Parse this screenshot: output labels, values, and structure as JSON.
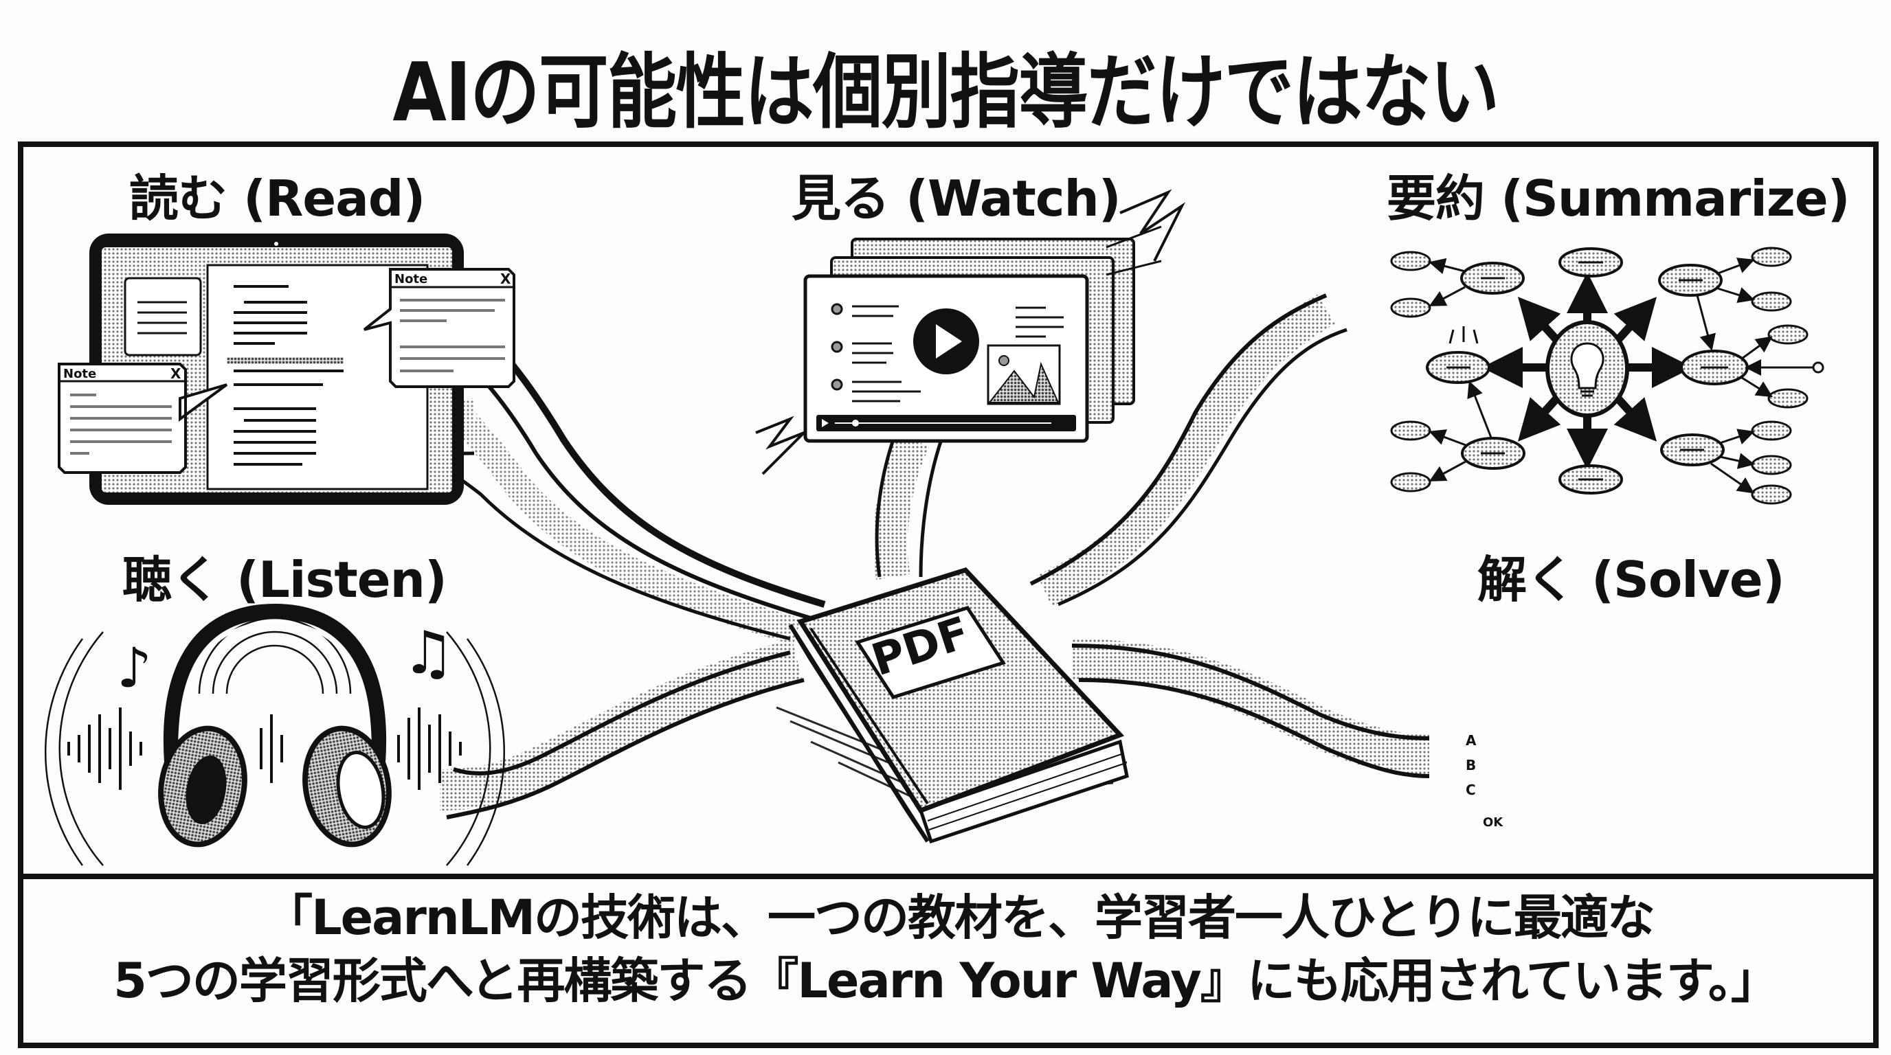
{
  "title": "AIの可能性は個別指導だけではない",
  "modes": [
    {
      "id": "read",
      "label": "読む (Read)"
    },
    {
      "id": "watch",
      "label": "見る (Watch)"
    },
    {
      "id": "summarize",
      "label": "要約 (Summarize)"
    },
    {
      "id": "listen",
      "label": "聴く (Listen)"
    },
    {
      "id": "solve",
      "label": "解く (Solve)"
    }
  ],
  "center": {
    "book_label": "PDF"
  },
  "read_panel": {
    "note_left_title": "Note",
    "note_right_title": "Note",
    "close_glyph": "X"
  },
  "solve_panel": {
    "options": [
      "A",
      "B",
      "C"
    ],
    "question_marker": "A",
    "submit_label": "OK"
  },
  "caption": {
    "line1": "「LearnLMの技術は、一つの教材を、学習者一人ひとりに最適な",
    "line2": "5つの学習形式へと再構築する『Learn Your Way』にも応用されています。」"
  },
  "colors": {
    "ink": "#111111",
    "paper": "#fdfdfc",
    "halftone": "#bdbdbd"
  }
}
